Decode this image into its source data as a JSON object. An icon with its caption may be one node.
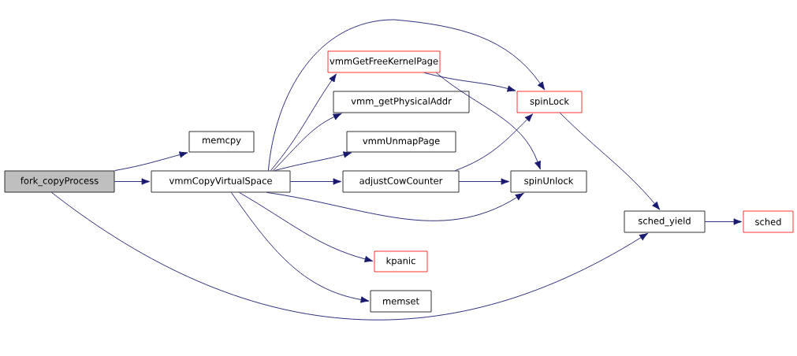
{
  "diagram": {
    "nodes": [
      {
        "text": [
          "fork_copyProcess"
        ]
      },
      {
        "text": [
          "memcpy"
        ]
      },
      {
        "text": [
          "vmmCopyVirtualSpace"
        ]
      },
      {
        "text": [
          "vmmGetFreeKernelPage"
        ]
      },
      {
        "text": [
          "vmm_getPhysicalAddr"
        ]
      },
      {
        "text": [
          "vmmUnmapPage"
        ]
      },
      {
        "text": [
          "adjustCowCounter"
        ]
      },
      {
        "text": [
          "kpanic"
        ]
      },
      {
        "text": [
          "memset"
        ]
      },
      {
        "text": [
          "spinLock"
        ]
      },
      {
        "text": [
          "spinUnlock"
        ]
      },
      {
        "text": [
          "sched_yield"
        ]
      },
      {
        "text": [
          "sched"
        ]
      }
    ],
    "edges": [
      {
        "from": 0,
        "to": 1,
        "arrow": "to"
      },
      {
        "from": 0,
        "to": 2,
        "arrow": "to"
      },
      {
        "from": 0,
        "to": 11,
        "arrow": "to"
      },
      {
        "from": 2,
        "to": 3,
        "arrow": "to"
      },
      {
        "from": 2,
        "to": 4,
        "arrow": "to"
      },
      {
        "from": 2,
        "to": 5,
        "arrow": "to"
      },
      {
        "from": 2,
        "to": 6,
        "arrow": "to"
      },
      {
        "from": 2,
        "to": 9,
        "arrow": "to"
      },
      {
        "from": 2,
        "to": 10,
        "arrow": "to"
      },
      {
        "from": 2,
        "to": 7,
        "arrow": "to"
      },
      {
        "from": 2,
        "to": 8,
        "arrow": "to"
      },
      {
        "from": 3,
        "to": 9,
        "arrow": "to"
      },
      {
        "from": 3,
        "to": 10,
        "arrow": "to"
      },
      {
        "from": 6,
        "to": 9,
        "arrow": "to"
      },
      {
        "from": 6,
        "to": 10,
        "arrow": "to"
      },
      {
        "from": 9,
        "to": 11,
        "arrow": "to"
      },
      {
        "from": 11,
        "to": 12,
        "arrow": "to"
      }
    ]
  }
}
